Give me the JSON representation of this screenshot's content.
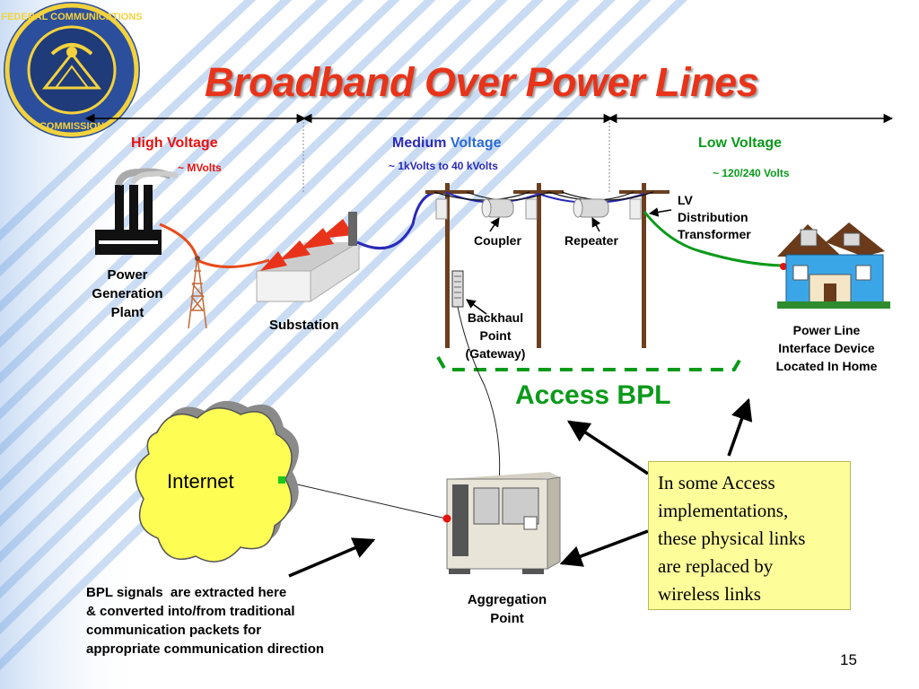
{
  "title": "Broadband Over Power Lines",
  "zones": {
    "high": {
      "label": "High Voltage",
      "range": "~ MVolts"
    },
    "medium": {
      "label_part1": "Medium",
      "label_part2": "Voltage",
      "range": "~ 1kVolts to 40 kVolts"
    },
    "low": {
      "label": "Low Voltage",
      "range": "~ 120/240 Volts"
    }
  },
  "components": {
    "plant": [
      "Power",
      "Generation",
      "Plant"
    ],
    "substation": "Substation",
    "coupler": "Coupler",
    "repeater": "Repeater",
    "transformer": [
      "LV",
      "Distribution",
      "Transformer"
    ],
    "backhaul": [
      "Backhaul",
      "Point",
      "(Gateway)"
    ],
    "home": [
      "Power Line",
      "Interface Device",
      "Located In Home"
    ],
    "internet": "Internet",
    "aggregation": [
      "Aggregation",
      "Point"
    ]
  },
  "access_bpl": "Access BPL",
  "bpl_note": [
    "BPL signals  are extracted here",
    "& converted into/from traditional",
    "communication packets for",
    "appropriate communication direction"
  ],
  "wireless_note": [
    "In some Access",
    "implementations,",
    "these physical links",
    "are replaced by",
    "wireless links"
  ],
  "page_number": "15",
  "colors": {
    "title": "#e8331a",
    "high": "#e8110f",
    "medium": "#2a2ab8",
    "low": "#0a9a1a",
    "note_bg": "#fdfd9a"
  }
}
